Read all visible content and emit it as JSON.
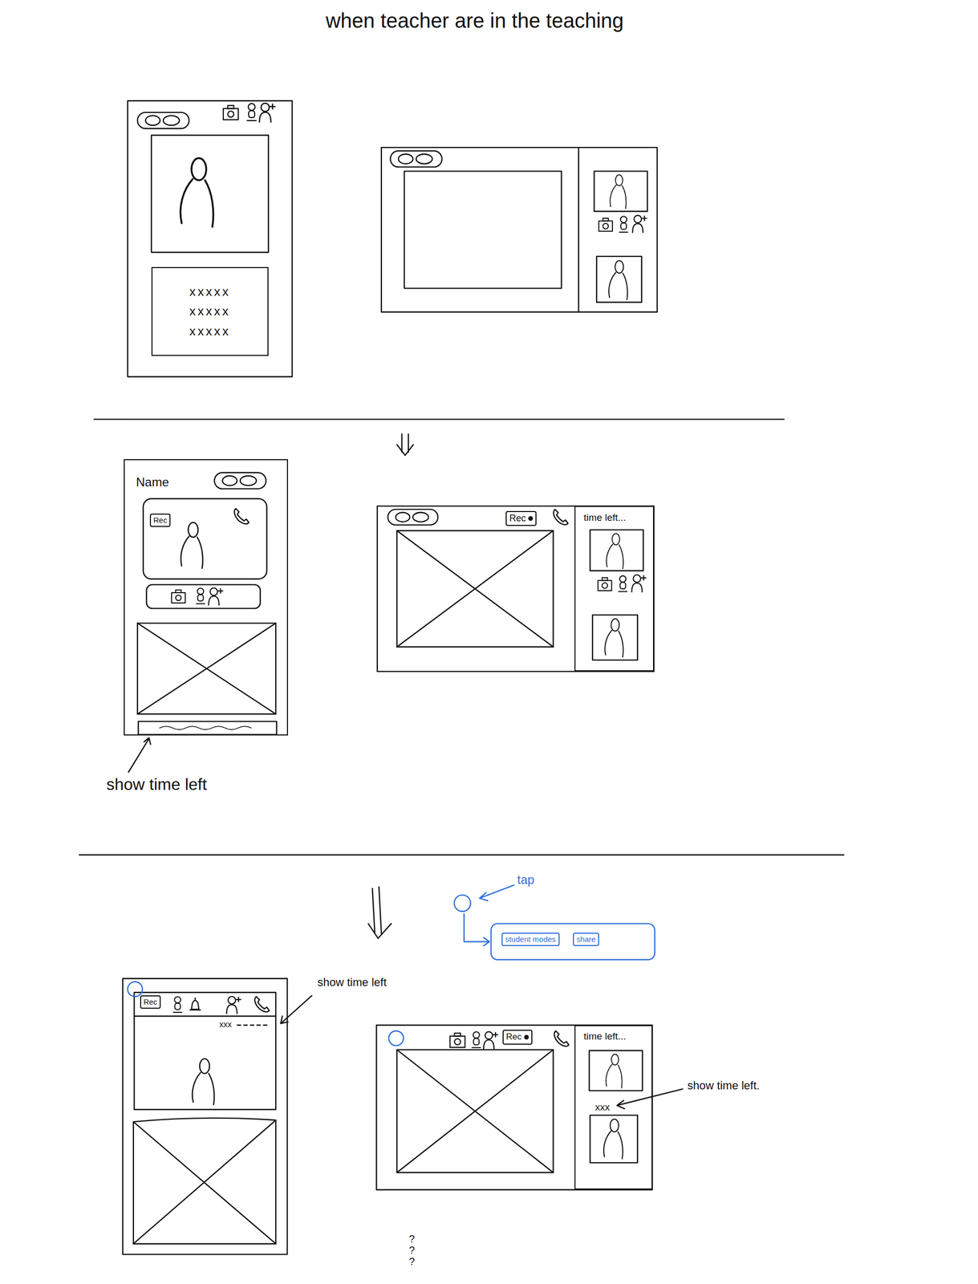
{
  "diagram": {
    "title": "when teacher are in the teaching",
    "nodes": [
      {
        "text": [
          "xxxxx xxxxx xxxxx"
        ]
      },
      {
        "text": [
          "Name"
        ]
      },
      {
        "text": [
          "Rec"
        ],
        "in": 1
      },
      {
        "text": [
          "Rec"
        ]
      },
      {
        "text": [
          "time left..."
        ]
      },
      {
        "text": [
          "student modes"
        ]
      },
      {
        "text": [
          "share"
        ]
      },
      {
        "text": [
          "Rec"
        ]
      },
      {
        "text": [
          "Rec"
        ]
      },
      {
        "text": [
          "time left...",
          "xxx"
        ]
      }
    ],
    "labels": [
      "show time left",
      "tap",
      "show time left",
      "xxx",
      "show time left.",
      "???"
    ]
  }
}
